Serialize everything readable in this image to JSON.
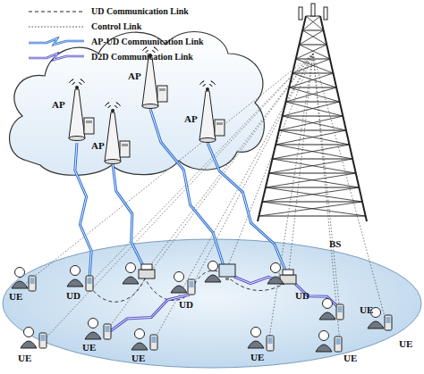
{
  "diagram": {
    "labels": [
      "AP",
      "AP",
      "AP",
      "AP",
      "BS",
      "UD",
      "UD",
      "UD",
      "UE",
      "UE",
      "UE",
      "UE",
      "UE",
      "UE",
      "UE",
      "UE"
    ],
    "legend": [
      {
        "text": "UD Communication Link"
      },
      {
        "text": "Control Link"
      },
      {
        "text": "AP-UD Communication Link"
      },
      {
        "text": "D2D Communication Link"
      }
    ]
  }
}
